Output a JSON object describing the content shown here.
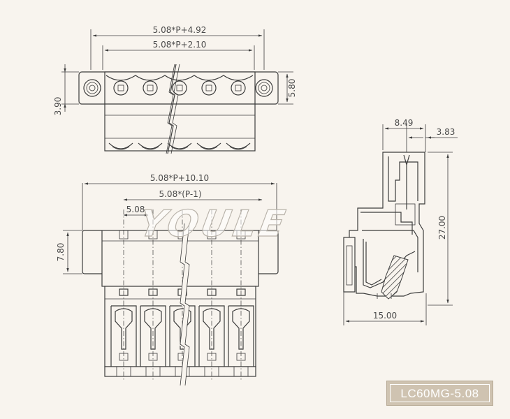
{
  "watermark": "YOULE",
  "model_label": "LC60MG-5.08",
  "top_view": {
    "overall_width": "5.08*P+4.92",
    "pin_span_width": "5.08*P+2.10",
    "flange_height": "3.90",
    "body_height": "5.80",
    "pin_count": 5
  },
  "front_view": {
    "overall_width": "5.08*P+10.10",
    "pin_span": "5.08*(P-1)",
    "pitch": "5.08",
    "height": "7.80",
    "pin_count": 5
  },
  "side_view": {
    "top_width": "8.49",
    "top_offset": "3.83",
    "height": "27.00",
    "depth": "15.00"
  }
}
